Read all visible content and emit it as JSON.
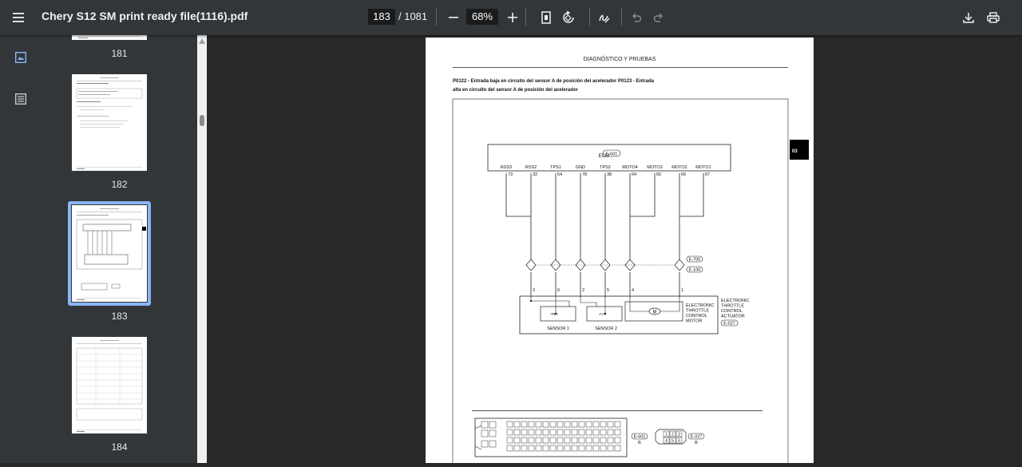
{
  "toolbar": {
    "title": "Chery S12 SM print ready file(1116).pdf",
    "current_page": "183",
    "total_pages": "/ 1081",
    "zoom": "68%"
  },
  "thumbnails": [
    {
      "label": "181"
    },
    {
      "label": "182"
    },
    {
      "label": "183",
      "selected": true
    },
    {
      "label": "184"
    }
  ],
  "document": {
    "header": "DIAGNÓSTICO Y PRUEBAS",
    "subtitle_line1": "P0122 - Entrada baja en circuito del sensor A de posición del acelerador P0123 - Entrada",
    "subtitle_line2": "alta en circuito del sensor A de posición del acelerador",
    "side_tab": "03",
    "ecm_label": "ECM",
    "ecm_connector": "E-601",
    "pins": [
      {
        "name": "RSS3",
        "num": "73"
      },
      {
        "name": "RSS2",
        "num": "32"
      },
      {
        "name": "TPS1",
        "num": "54"
      },
      {
        "name": "GND",
        "num": "78"
      },
      {
        "name": "TPS2",
        "num": "38"
      },
      {
        "name": "MOTO4",
        "num": "64"
      },
      {
        "name": "MOTO3",
        "num": "65"
      },
      {
        "name": "MOTO2",
        "num": "66"
      },
      {
        "name": "MOTO1",
        "num": "67"
      }
    ],
    "junction_labels": [
      "E-700",
      "E-100"
    ],
    "actuator_pins": [
      "3",
      "6",
      "2",
      "5",
      "4",
      "1"
    ],
    "motor_symbol": "M",
    "sensor1": "SENSOR 1",
    "sensor2": "SENSOR 2",
    "motor_label": [
      "ELECTRONIC",
      "THROTTLE",
      "CONTROL",
      "MOTOR"
    ],
    "actuator_label": [
      "ELECTRONIC",
      "THROTTLE",
      "CONTROL",
      "ACTUATOR"
    ],
    "actuator_connector": "E-027",
    "connector_left_id": "E-601",
    "connector_left_sub": "B",
    "connector_right_id": "E-027",
    "connector_right_sub": "B",
    "conn_right_pins_top": [
      "1",
      "2",
      "3"
    ],
    "conn_right_pins_bottom": [
      "4",
      "5",
      "6"
    ]
  },
  "colors": {
    "toolbar_bg": "#323639",
    "viewer_bg": "#282828",
    "selection": "#8ab4f8"
  }
}
